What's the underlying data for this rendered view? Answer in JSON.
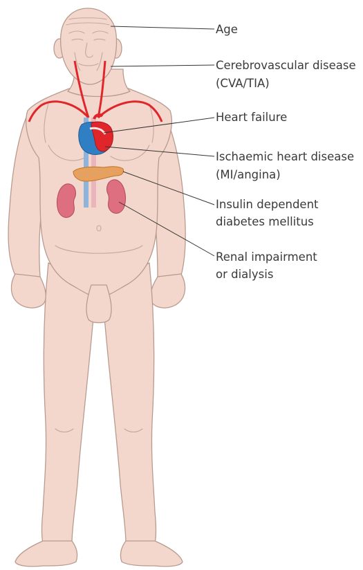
{
  "labels": {
    "age": "Age",
    "cerebrovascular_line1": "Cerebrovascular disease",
    "cerebrovascular_line2": "(CVA/TIA)",
    "heart_failure": "Heart failure",
    "ischaemic_line1": "Ischaemic heart disease",
    "ischaemic_line2": "(MI/angina)",
    "insulin_line1": "Insulin dependent",
    "insulin_line2": "diabetes mellitus",
    "renal_line1": "Renal impairment",
    "renal_line2": "or dialysis"
  },
  "colors": {
    "skin": "#f4d7cc",
    "artery": "#e0262b",
    "vein": "#2f7fc2",
    "kidney": "#de6f80",
    "pancreas": "#e8a05a"
  }
}
